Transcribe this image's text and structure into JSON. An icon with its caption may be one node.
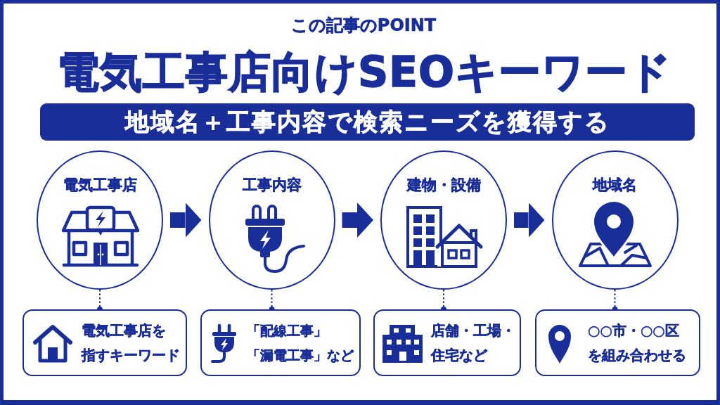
{
  "diagram": {
    "title": "電気工事店向けSEOキーワード",
    "nodes": [
      {
        "text": [
          "地域名＋工事内容で検索ニーズを獲得する"
        ]
      },
      {
        "text": [
          "電気工事店"
        ]
      },
      {
        "text": [
          "工事内容"
        ]
      },
      {
        "text": [
          "建物・設備"
        ]
      },
      {
        "text": [
          "地域名"
        ]
      },
      {
        "text": [
          "電気工事店を指すキーワード"
        ]
      },
      {
        "text": [
          "「配線工事」「漏電工事」など"
        ]
      },
      {
        "text": [
          "店舗・工場・住宅など"
        ]
      },
      {
        "text": [
          "○○市・○○区を組み合わせる"
        ]
      }
    ],
    "edges": [
      {
        "from": 1,
        "to": 2,
        "arrow": "to",
        "style": "thick"
      },
      {
        "from": 2,
        "to": 3,
        "arrow": "to",
        "style": "thick"
      },
      {
        "from": 3,
        "to": 4,
        "arrow": "to",
        "style": "thick"
      },
      {
        "from": 1,
        "to": 5,
        "arrow": "other",
        "style": "dashed"
      },
      {
        "from": 2,
        "to": 6,
        "arrow": "other",
        "style": "dashed"
      },
      {
        "from": 3,
        "to": 7,
        "arrow": "other",
        "style": "dashed"
      },
      {
        "from": 4,
        "to": 8,
        "arrow": "other",
        "style": "dashed"
      }
    ],
    "labels": [
      "この記事のPOINT"
    ]
  }
}
